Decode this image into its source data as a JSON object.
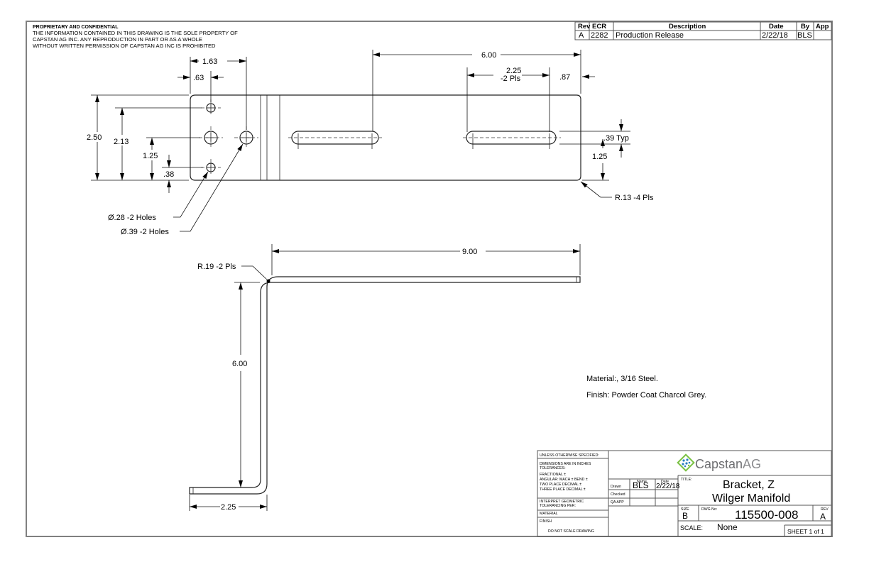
{
  "confidential": {
    "heading": "PROPRIETARY AND CONFIDENTIAL",
    "lines": [
      "THE INFORMATION CONTAINED IN THIS DRAWING IS THE SOLE PROPERTY OF",
      "CAPSTAN AG INC. ANY REPRODUCTION IN PART OR AS A WHOLE",
      "WITHOUT WRITTEN PERMISSION OF CAPSTAN AG INC IS PROHIBITED"
    ]
  },
  "revision_table": {
    "headers": [
      "Rev",
      "ECR",
      "Description",
      "Date",
      "By",
      "App"
    ],
    "rows": [
      [
        "A",
        "2282",
        "Production Release",
        "2/22/18",
        "BLS",
        ""
      ]
    ]
  },
  "top_view": {
    "dims": {
      "d163": "1.63",
      "d63": ".63",
      "d600": "6.00",
      "d225": "2.25",
      "d225b": "-2 Pls",
      "d87": ".87",
      "d250": "2.50",
      "d213": "2.13",
      "d125": "1.25",
      "d38": ".38",
      "d39typ": ".39 Typ",
      "d125r": "1.25",
      "r13": "R.13 -4 Pls"
    },
    "callouts": {
      "holes28": "Ø.28 -2 Holes",
      "holes39": "Ø.39 -2 Holes"
    }
  },
  "side_view": {
    "dims": {
      "d900": "9.00",
      "r19": "R.19 -2 Pls",
      "d600": "6.00",
      "d225": "2.25"
    }
  },
  "notes": {
    "material": "Material:, 3/16 Steel.",
    "finish": "Finish: Powder Coat Charcol Grey."
  },
  "title_block": {
    "tolerances": {
      "unless": "UNLESS OTHERWISE SPECIFIED:",
      "dims_inches": "DIMENSIONS ARE IN INCHES",
      "tolerances": "TOLERANCES:",
      "fractional": "FRACTIONAL ±",
      "angular": "ANGULAR: MACH ±    BEND ±",
      "two_place": "TWO PLACE DECIMAL    ±",
      "three_place": "THREE PLACE DECIMAL  ±",
      "interpret": "INTERPRET GEOMETRIC",
      "tolerancing": "TOLERANCING PER:",
      "material": "MATERIAL",
      "finish": "FINISH",
      "do_not_scale": "DO NOT SCALE DRAWING"
    },
    "approvals": {
      "name_header": "Name",
      "date_header": "Date",
      "drawn_label": "Drawn",
      "drawn_name": "BLS",
      "drawn_date": "2/22/18",
      "checked_label": "Checked",
      "qa_label": "QA APP"
    },
    "company": {
      "name_part1": "Capstan",
      "name_part2": "AG",
      "logo_icon": "diamond-dots-logo",
      "colors": {
        "green": "#7ac143",
        "blue": "#2a7fc1",
        "text": "#6d6e71"
      }
    },
    "title_label": "TITLE:",
    "title_line1": "Bracket, Z",
    "title_line2": "Wilger Manifold",
    "size_label": "SIZE",
    "size": "B",
    "dwg_no_label": "DWG No:",
    "dwg_no": "115500-008",
    "rev_label": "REV",
    "rev": "A",
    "scale_label": "SCALE:",
    "scale": "None",
    "sheet": "SHEET 1 of 1"
  }
}
